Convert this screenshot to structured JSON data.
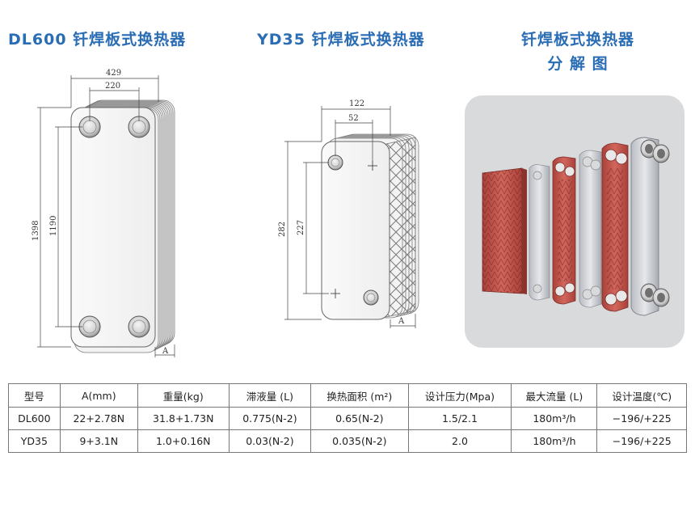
{
  "titles": {
    "dl600": "DL600 钎焊板式换热器",
    "yd35": "YD35 钎焊板式换热器",
    "exploded_line1": "钎焊板式换热器",
    "exploded_line2": "分 解 图"
  },
  "dl600_drawing": {
    "width_total": "429",
    "width_ports": "220",
    "height_total": "1398",
    "height_ports": "1190",
    "thickness": "A"
  },
  "yd35_drawing": {
    "width_total": "122",
    "width_ports": "52",
    "height_total": "282",
    "height_ports": "227",
    "thickness": "A"
  },
  "table": {
    "headers": [
      "型号",
      "A(mm)",
      "重量(kg)",
      "滞液量 (L)",
      "换热面积 (m²)",
      "设计压力(Mpa)",
      "最大流量 (L)",
      "设计温度(℃)"
    ],
    "rows": [
      [
        "DL600",
        "22+2.78N",
        "31.8+1.73N",
        "0.775(N-2)",
        "0.65(N-2)",
        "1.5/2.1",
        "180m³/h",
        "−196/+225"
      ],
      [
        "YD35",
        "9+3.1N",
        "1.0+0.16N",
        "0.03(N-2)",
        "0.035(N-2)",
        "2.0",
        "180m³/h",
        "−196/+225"
      ]
    ]
  },
  "colors": {
    "title_blue": "#2a6db5",
    "copper_plate": "#c0504a",
    "steel_plate": "#c9ccd1",
    "photo_background": "#d9dadc"
  }
}
